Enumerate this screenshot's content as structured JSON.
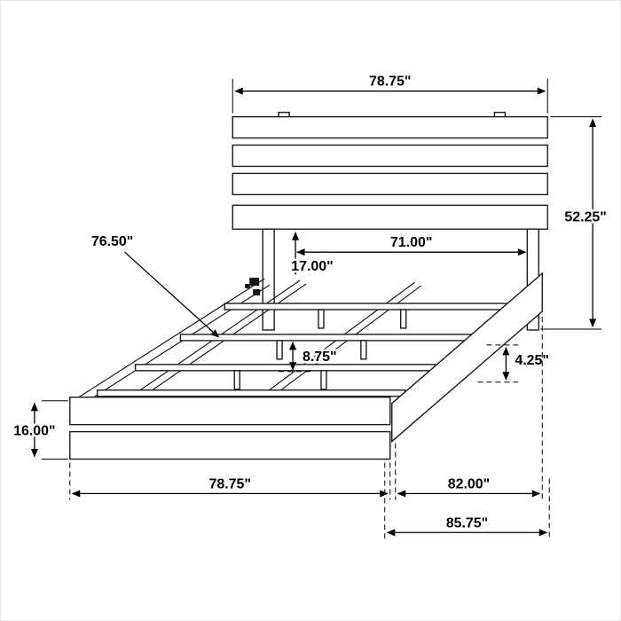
{
  "diagram": {
    "labels": {
      "headboard_width": "78.75\"",
      "headboard_assembly_height": "52.25\"",
      "support_rail_length": "76.50\"",
      "headboard_inner_width": "71.00\"",
      "headboard_clearance": "17.00\"",
      "slat_spacing": "8.75\"",
      "side_rail_board_height": "4.25\"",
      "footboard_height": "16.00\"",
      "footboard_width": "78.75\"",
      "side_rail_length": "82.00\"",
      "overall_length": "85.75\""
    }
  }
}
